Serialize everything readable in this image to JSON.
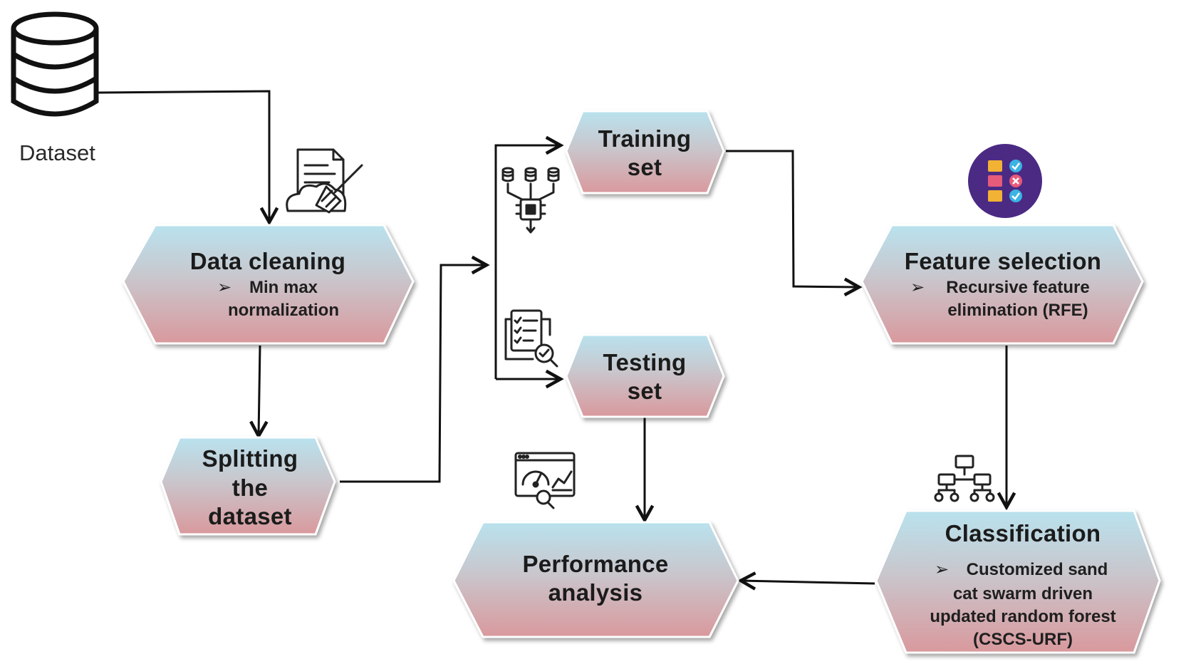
{
  "dataset": {
    "label": "Dataset",
    "icon": "database-icon"
  },
  "nodes": {
    "data_cleaning": {
      "title": "Data cleaning",
      "bullet_marker": "➢",
      "bullet_lines": [
        "Min max",
        "normalization"
      ]
    },
    "splitting": {
      "title_lines": [
        "Splitting",
        "the",
        "dataset"
      ]
    },
    "training": {
      "title_lines": [
        "Training",
        "set"
      ]
    },
    "testing": {
      "title_lines": [
        "Testing",
        "set"
      ]
    },
    "feature_selection": {
      "title": "Feature selection",
      "bullet_marker": "➢",
      "bullet_lines": [
        "Recursive feature",
        "elimination (RFE)"
      ]
    },
    "classification": {
      "title": "Classification",
      "bullet_marker": "➢",
      "bullet_lines": [
        "Customized sand",
        "cat swarm driven",
        "updated random forest",
        "(CSCS-URF)"
      ]
    },
    "performance": {
      "title_lines": [
        "Performance",
        "analysis"
      ]
    }
  },
  "icons": {
    "cleaning": "document-broom-icon",
    "training": "chip-stack-icon",
    "testing": "checklist-search-icon",
    "feature": "feature-list-badge-icon",
    "classification": "hierarchy-tree-icon",
    "performance": "dashboard-analytics-icon"
  },
  "colors": {
    "hex_top": "#b9e2ee",
    "hex_bottom": "#d9999d",
    "feature_badge": "#4b2a84",
    "text": "#1b1b1b"
  }
}
